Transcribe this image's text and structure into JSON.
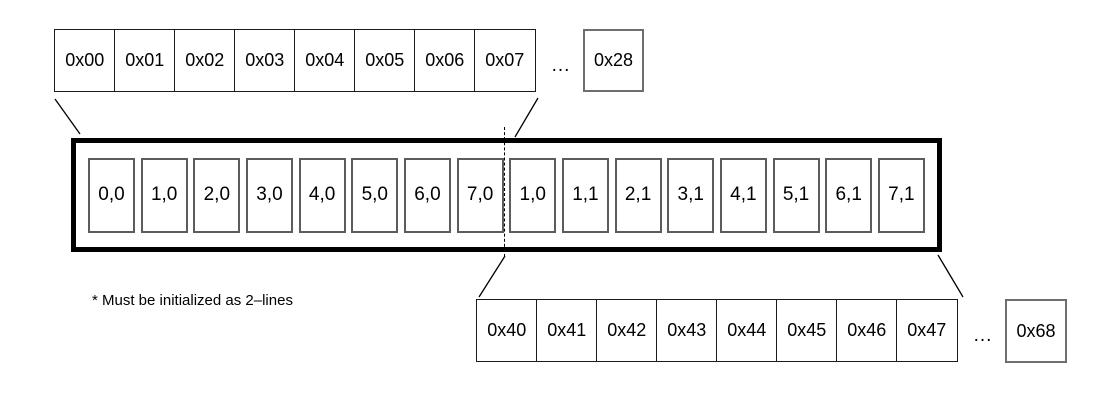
{
  "diagram": {
    "top_memory_row": {
      "cells": [
        "0x00",
        "0x01",
        "0x02",
        "0x03",
        "0x04",
        "0x05",
        "0x06",
        "0x07"
      ],
      "ellipsis": "...",
      "tail_cell": "0x28"
    },
    "line_buffer": {
      "cells": [
        "0,0",
        "1,0",
        "2,0",
        "3,0",
        "4,0",
        "5,0",
        "6,0",
        "7,0",
        "1,0",
        "1,1",
        "2,1",
        "3,1",
        "4,1",
        "5,1",
        "6,1",
        "7,1"
      ]
    },
    "bottom_memory_row": {
      "cells": [
        "0x40",
        "0x41",
        "0x42",
        "0x43",
        "0x44",
        "0x45",
        "0x46",
        "0x47"
      ],
      "ellipsis": "...",
      "tail_cell": "0x68"
    },
    "footnote": "* Must be initialized as 2–lines",
    "colors": {
      "stroke": "#000000",
      "cell_border": "#1b1b1b",
      "tail_border": "#6e6e6e",
      "inner_cell_border": "#5c5c5c",
      "text": "#000000",
      "background": "#ffffff"
    }
  }
}
